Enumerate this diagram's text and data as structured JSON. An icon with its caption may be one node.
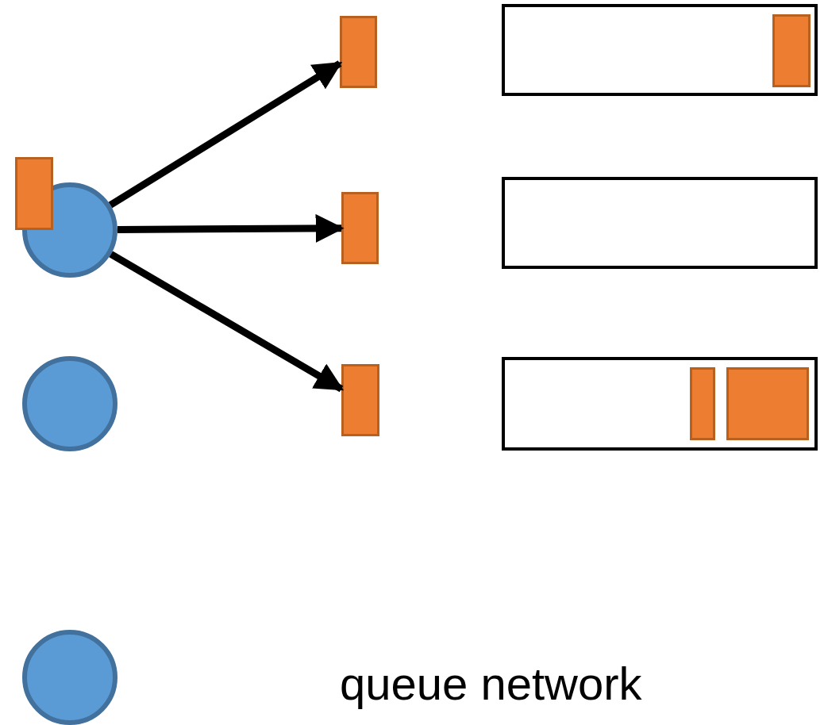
{
  "diagram": {
    "nodes": [
      {
        "text": [],
        "shape": "box"
      },
      {
        "text": [],
        "shape": "box"
      },
      {
        "text": [],
        "shape": "box",
        "in": 1
      },
      {
        "text": [],
        "shape": "box"
      },
      {
        "text": [],
        "shape": "circle"
      },
      {
        "text": [],
        "shape": "box"
      },
      {
        "text": [],
        "shape": "box"
      },
      {
        "text": [],
        "shape": "circle"
      },
      {
        "text": [],
        "shape": "box"
      },
      {
        "text": [],
        "shape": "box"
      },
      {
        "text": [],
        "shape": "box",
        "in": 9
      },
      {
        "text": [],
        "shape": "box",
        "in": 9
      },
      {
        "text": [],
        "shape": "circle"
      }
    ],
    "edges": [
      {
        "from": 4,
        "to": 0,
        "arrow": "to"
      },
      {
        "from": 4,
        "to": 5,
        "arrow": "to"
      },
      {
        "from": 4,
        "to": 8,
        "arrow": "to"
      }
    ],
    "labels": [
      "queue network"
    ]
  }
}
